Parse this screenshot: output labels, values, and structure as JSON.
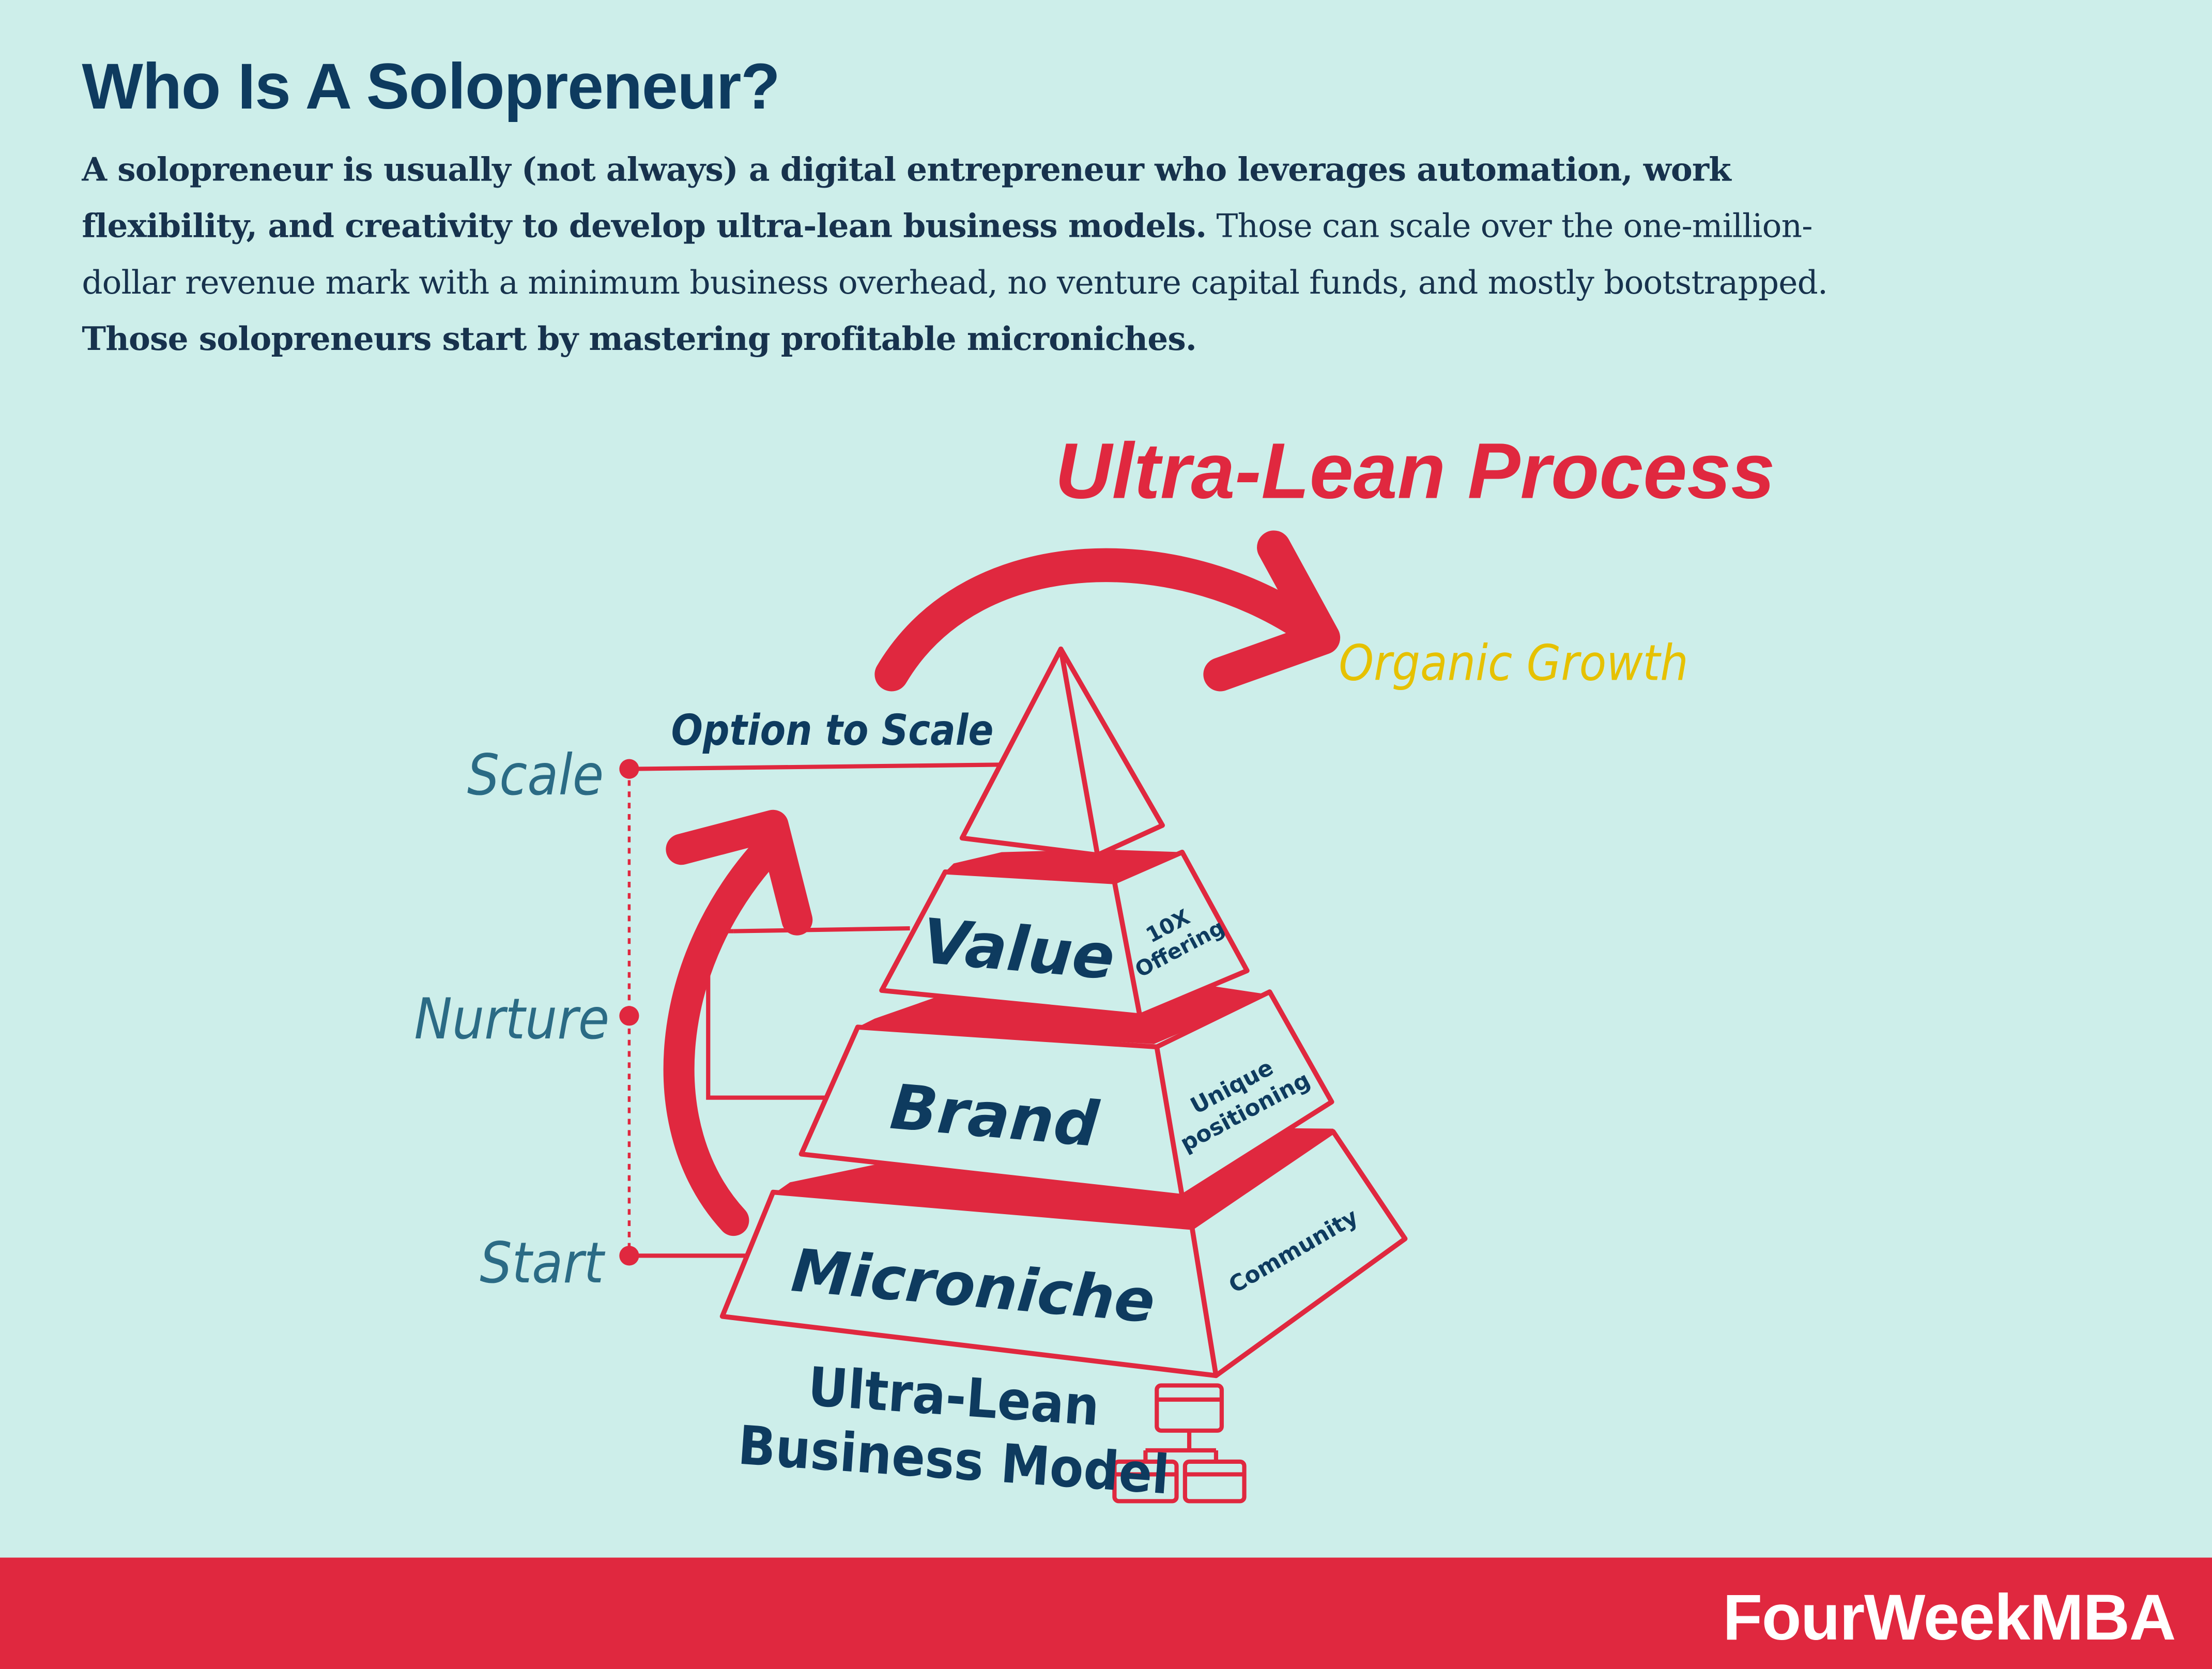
{
  "title": "Who Is A Solopreneur?",
  "intro": {
    "bold_1": "A solopreneur is usually (not always) a digital entrepreneur who leverages automation, work flexibility, and creativity to develop ultra-lean business models.",
    "regular": " Those can scale over the one-million-dollar revenue mark with a minimum business overhead, no venture capital funds, and mostly bootstrapped. ",
    "bold_2": "Those solopreneurs start by mastering profitable microniches."
  },
  "diagram": {
    "process_title": "Ultra-Lean Process",
    "organic_growth": "Organic Growth",
    "option_to_scale": "Option to Scale",
    "stages": {
      "scale": "Scale",
      "nurture": "Nurture",
      "start": "Start"
    },
    "levels": {
      "value": "Value",
      "value_side_1": "10X",
      "value_side_2": "Offering",
      "brand": "Brand",
      "brand_side_1": "Unique",
      "brand_side_2": "positioning",
      "microniche": "Microniche",
      "microniche_side": "Community"
    },
    "base_label_1": "Ultra-Lean",
    "base_label_2": "Business Model",
    "icon": "org-chart-icon"
  },
  "footer": {
    "brand": "FourWeekMBA"
  },
  "colors": {
    "background": "#cdeeea",
    "red": "#e0283f",
    "navy": "#0e3b5f",
    "teal": "#2b6b85",
    "gold": "#e6c100"
  }
}
